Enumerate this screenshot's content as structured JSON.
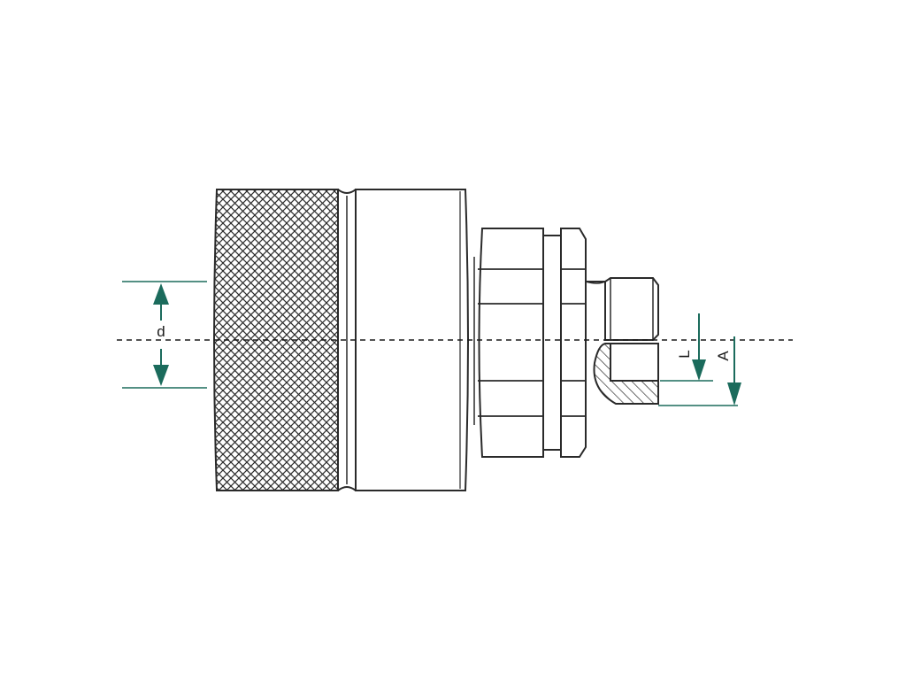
{
  "drawing": {
    "colors": {
      "outline": "#2a2a2a",
      "dimension": "#1b6b5c",
      "background": "#ffffff"
    },
    "labels": {
      "inner_diameter": "d",
      "length": "L",
      "offset": "A"
    },
    "parts": [
      "knurled-sleeve",
      "coupling-body",
      "hex-nut",
      "threaded-port",
      "centerline"
    ]
  }
}
